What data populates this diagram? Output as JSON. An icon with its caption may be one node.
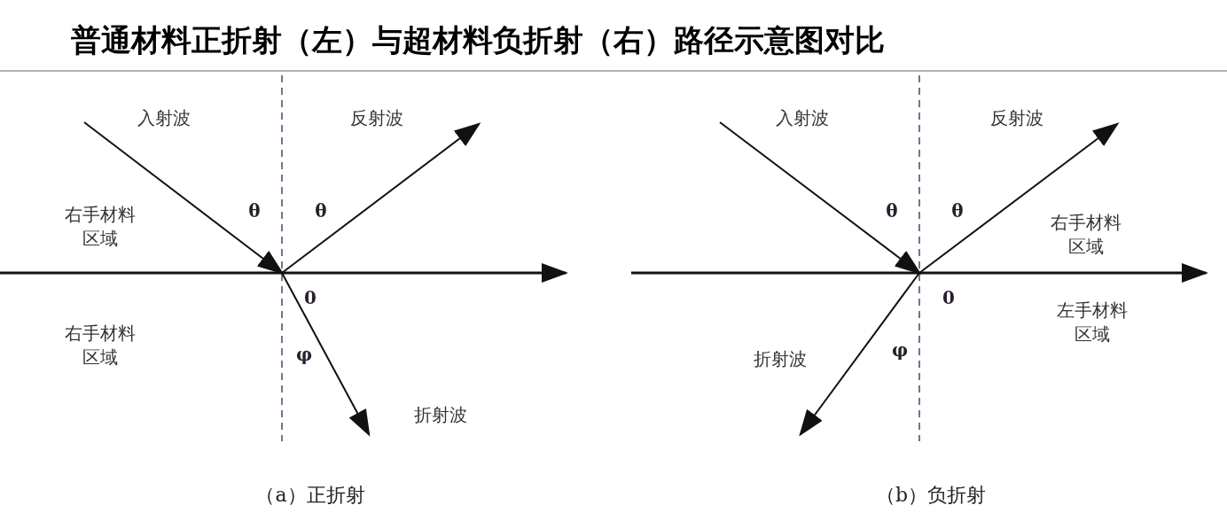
{
  "diagram": {
    "title": "普通材料正折射（左）与超材料负折射（右）路径示意图对比",
    "labels": [
      "入射波",
      "反射波",
      "入射波",
      "反射波",
      "右手材料区域",
      "θ",
      "θ",
      "θ",
      "θ",
      "右手材料区域",
      "0",
      "0",
      "右手材料区域",
      "左手材料区域",
      "φ",
      "折射波",
      "φ",
      "折射波",
      "（a）正折射",
      "（b）负折射"
    ]
  }
}
